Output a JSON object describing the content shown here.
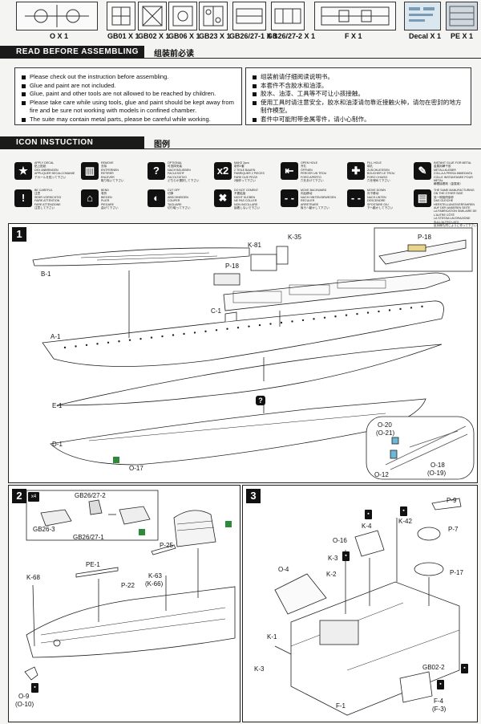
{
  "parts": {
    "labels": [
      {
        "id": "ox",
        "text": "O X 1"
      },
      {
        "id": "gb01",
        "text": "GB01 X 1"
      },
      {
        "id": "gb02",
        "text": "GB02 X 1"
      },
      {
        "id": "gb06",
        "text": "GB06 X 1"
      },
      {
        "id": "gb23",
        "text": "GB23 X 1"
      },
      {
        "id": "gb2627_1",
        "text": "GB26/27-1 X 1"
      },
      {
        "id": "gb2627_2",
        "text": "GB26/27-2 X 1"
      },
      {
        "id": "fx",
        "text": "F X 1"
      },
      {
        "id": "decal",
        "text": "Decal X 1"
      },
      {
        "id": "pe",
        "text": "PE X 1"
      }
    ]
  },
  "read_before": {
    "title": "READ BEFORE ASSEMBLING",
    "title_cn": "组装前必读",
    "en_items": [
      "Please check out the instruction before assembling.",
      "Glue and paint are not included.",
      "Glue, paint and other tools are not allowed to be reached by children.",
      "Please take care while using tools, glue and paint should be kept away from fire and be sure not working with models in confined chamber.",
      "The suite may contain metal parts, please be careful while working."
    ],
    "cn_items": [
      "组装前请仔细阅读说明书。",
      "本套件不含胶水和油漆。",
      "胶水、油漆、工具等不可让小孩接触。",
      "使用工具时请注意安全，胶水和油漆请勿靠近接触火种，请勿在密封的地方制作模型。",
      "套件中可能附带金属零件，请小心制作。"
    ]
  },
  "icons": {
    "title": "ICON INSTUCTION",
    "title_cn": "图例",
    "row1": [
      {
        "glyph": "★",
        "text": "APPLY DECAL\n贴上贴纸\nDEX ANBRINGEN\nAPPLIQUER DECALCOMANIE\nデカールを貼って下さい"
      },
      {
        "glyph": "▥",
        "text": "REMOVE\n去除\nENTFERNEN\nRETIRER\nENLEVER\n取り除いて下さい"
      },
      {
        "glyph": "?",
        "text": "OPTIONAL\n可选择安装\nNACH BELIEBEN\nFACULTATIF\nFACOLTATIVO\nどちらか選択して下さい"
      },
      {
        "glyph": "x2",
        "text": "MAKE 2pcs\n制作2套\n2 TEILE BAUEN\nFABRIQUER 2 PIECES\nFARE DUE PEZZI\n2個作って下さい"
      },
      {
        "glyph": "⇤",
        "text": "OPEN HOLE\n开孔\nÖFFNEN\nPERCER UN TROU\nFORO APERTO\n穴をあけて下さい"
      },
      {
        "glyph": "✚",
        "text": "FILL HOLE\n填孔\nZUSCHLIESSEN\nBOUCHER LE TROU\nFORO CHIUSO\n穴を埋めて下さい"
      },
      {
        "glyph": "✎",
        "text": "INSTANT GLUE FOR METAL\n金属用瞬干胶\nMETALLKLEBER\nCOLLA A PRESA IMMEDIATA\nCOLLE INSTANTANEE POUR METAL\n瞬間接着剤（金属用）"
      }
    ],
    "row2": [
      {
        "glyph": "!",
        "text": "BE CAREFUL\n注意\nSEHR VORSICHTIG\nFAIRE ATTENTION\nFARE ATTENZIONE\n注意して下さい"
      },
      {
        "glyph": "⌂",
        "text": "BEND\n弯折\nBIEGEN\nPLIER\nPIEGARE\n曲げて下さい"
      },
      {
        "glyph": "◐",
        "text": "CUT OFF\n切掉\nABSCHNEIDEN\nCOUPER\nTAGLIARE\n切り取って下さい"
      },
      {
        "glyph": "✖",
        "text": "DO NOT CEMENT\n不要粘接\nNICHT KLEBEN\nNE PAS COLLER\nNON INCOLLARE\n接着しないで下さい"
      },
      {
        "glyph": "- -",
        "text": "MOVE BACKWARD\n向后移动\nNACH HINTEN BEWEGEN\nRECULER\nARRETRARE\n後ろへ動かして下さい"
      },
      {
        "glyph": "- -",
        "text": "MOVE DOWN\n向下移动\nNACH UNTEN\nDESCENDRE\nSPOSTARE GIU\n下へ動かして下さい"
      },
      {
        "glyph": "▤",
        "text": "THE SAME MANUFACTURING ON THE OTHER SIDE\n另一侧相同制作\nDAS GLEICHE HERSTELLUNGSVERFAHREN AUF DER ANDEREN SEITE\nLA FABRICATION SIMILAIRE DE L'AUTRE CÔTÉ\nLA STESSA LAVORAZIONE SULL'ALTRO LATO\n反対側も同じように作って下さい"
      }
    ]
  },
  "step1": {
    "num": "1",
    "labels": [
      "B-1",
      "K-81",
      "K-35",
      "P-18",
      "C-1",
      "A-1",
      "E-1",
      "D-1",
      "O-17",
      "P-18",
      "O-20",
      "(O-21)",
      "O-18",
      "(O-19)",
      "O-12"
    ]
  },
  "step2": {
    "num": "2",
    "inset_badge": "x4",
    "labels": [
      "GB26/27-2",
      "GB26-3",
      "GB26/27-1",
      "P-25",
      "PE-1",
      "K-63",
      "(K-66)",
      "K-68",
      "P-22",
      "O-9",
      "(O-10)"
    ]
  },
  "step3": {
    "num": "3",
    "labels": [
      "P-9",
      "K-4",
      "K-42",
      "P-7",
      "O-16",
      "K-3",
      "O-4",
      "K-2",
      "P-17",
      "K-1",
      "K-3",
      "GB02-2",
      "F-4",
      "(F-3)",
      "F-1"
    ]
  },
  "colors": {
    "accent_green": "#2c8a3a",
    "ink": "#111111",
    "paper": "#f4f4f2"
  }
}
